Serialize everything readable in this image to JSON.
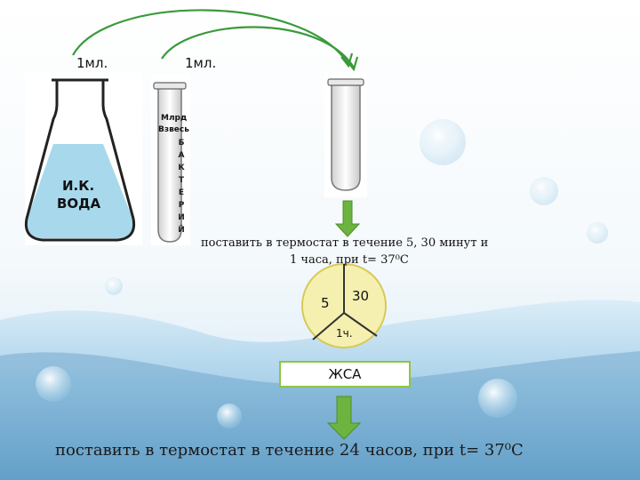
{
  "flask": {
    "volume_label": "1мл.",
    "content_line1": "И.К.",
    "content_line2": "ВОДА"
  },
  "tube": {
    "volume_label": "1мл.",
    "line1": "Млрд",
    "line2": "Взвесь",
    "letters": [
      "Б",
      "А",
      "К",
      "Т",
      "Е",
      "Р",
      "И",
      "Й"
    ]
  },
  "instruction1": {
    "line1": "поставить в термостат в течение 5, 30 минут и",
    "line2": "1 часа, при t= 37⁰С"
  },
  "timer": {
    "label_5": "5",
    "label_30": "30",
    "label_1h": "1ч.",
    "fill_color": "#f5f0b0"
  },
  "result_box": {
    "label": "ЖСА"
  },
  "instruction2": {
    "text": "поставить в термостат в течение 24 часов, при t= 37⁰С"
  },
  "colors": {
    "arrow_green": "#6cb33f",
    "liquid_blue": "#a8d8ec"
  }
}
